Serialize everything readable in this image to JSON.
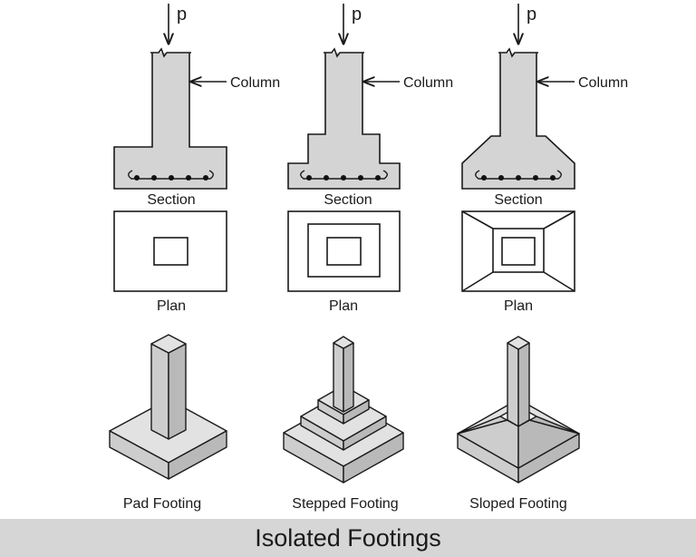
{
  "labels": {
    "load": "p",
    "column": "Column",
    "section": "Section",
    "plan": "Plan",
    "footings": [
      "Pad Footing",
      "Stepped Footing",
      "Sloped Footing"
    ]
  },
  "caption": "Isolated Footings"
}
